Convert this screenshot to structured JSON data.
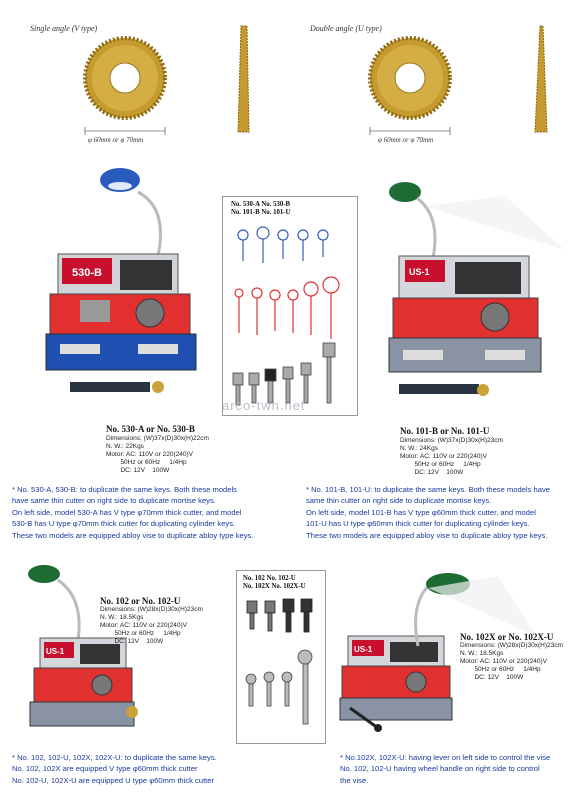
{
  "cutters": {
    "left_caption": "Single angle (V type)",
    "right_caption": "Double angle (U type)",
    "left_dim": "φ 60mm or φ 70mm",
    "right_dim": "φ 60mm or φ 70mm",
    "colors": {
      "gold": "#c8a238",
      "dark_gold": "#8c6a14",
      "hole": "#ffffff"
    }
  },
  "machines": {
    "m530": {
      "label": "530-B"
    },
    "m101": {
      "label": "US-1"
    },
    "m102": {
      "label": "US-1"
    },
    "m102x": {
      "label": "US-1"
    }
  },
  "panel_530": {
    "head_line1": "No. 530-A   No. 530-B",
    "head_line2": "No. 101-B   No. 101-U"
  },
  "panel_102": {
    "head_line1": "No. 102     No. 102-U",
    "head_line2": "No. 102X   No. 102X-U"
  },
  "watermark": "arco-twn.net",
  "model_530": {
    "title": "No. 530-A or No. 530-B",
    "specs": "Dimensions: (W)37x(D)30x(H)22cm\nN. W.: 22Kgs\nMotor: AC: 110V or 220(240)V\n        50Hz or 60Hz     1/4Hp\n        DC: 12V    100W",
    "desc": [
      "* No. 530-A, 530-B: to duplicate the same keys.  Both these models",
      "  have same thin cutter on right side to duplicate mortise keys.",
      "  On left side, model 530-A has V type φ70mm thick cutter, and model",
      "  530-B has U type φ70mm thick cutter for duplicating cylinder keys.",
      "  These two models are equipped abloy vise to duplicate abloy type keys."
    ]
  },
  "model_101": {
    "title": "No. 101-B or No. 101-U",
    "specs": "Dimensions: (W)37x(D)30x(H)23cm\nN. W.: 24Kgs\nMotor: AC: 110V or 220(240)V\n        50Hz or 60Hz     1/4Hp\n        DC: 12V    100W",
    "desc": [
      "* No. 101-B, 101-U: to duplicate the same keys.  Both these models have",
      "  same thin cutter on right side to duplicate mortise keys.",
      "  On left side, model 101-B has V type φ60mm thick cutter, and model",
      "  101-U has U type φ60mm thick cutter for duplicating cylinder keys.",
      "  These two models are equipped abloy vise to duplicate abloy type keys."
    ]
  },
  "model_102": {
    "title": "No. 102 or No. 102-U",
    "specs": "Dimensions: (W)28x(D)30x(H)23cm\nN. W.: 18.5Kgs\nMotor: AC: 110V or 220(240)V\n        50Hz or 60Hz     1/4Hp\n        DC: 12V    100W",
    "desc": [
      "* No. 102, 102-U, 102X, 102X-U: to duplicate the same keys.",
      "  No. 102, 102X are equipped V type φ60mm thick cutter",
      "  No. 102-U, 102X-U are equipped U  type φ60mm thick cutter"
    ]
  },
  "model_102x": {
    "title": "No. 102X or No. 102X-U",
    "specs": "Dimensions: (W)28x(D)30x(H)23cm\nN. W.: 18.5Kgs\nMotor: AC: 110V or 220(240)V\n        50Hz or 60Hz     1/4Hp\n        DC: 12V    100W",
    "desc": [
      "* No.102X, 102X-U: having lever on left side to control the vise",
      "  No. 102, 102-U having wheel handle on right side to control",
      "  the vise."
    ]
  }
}
